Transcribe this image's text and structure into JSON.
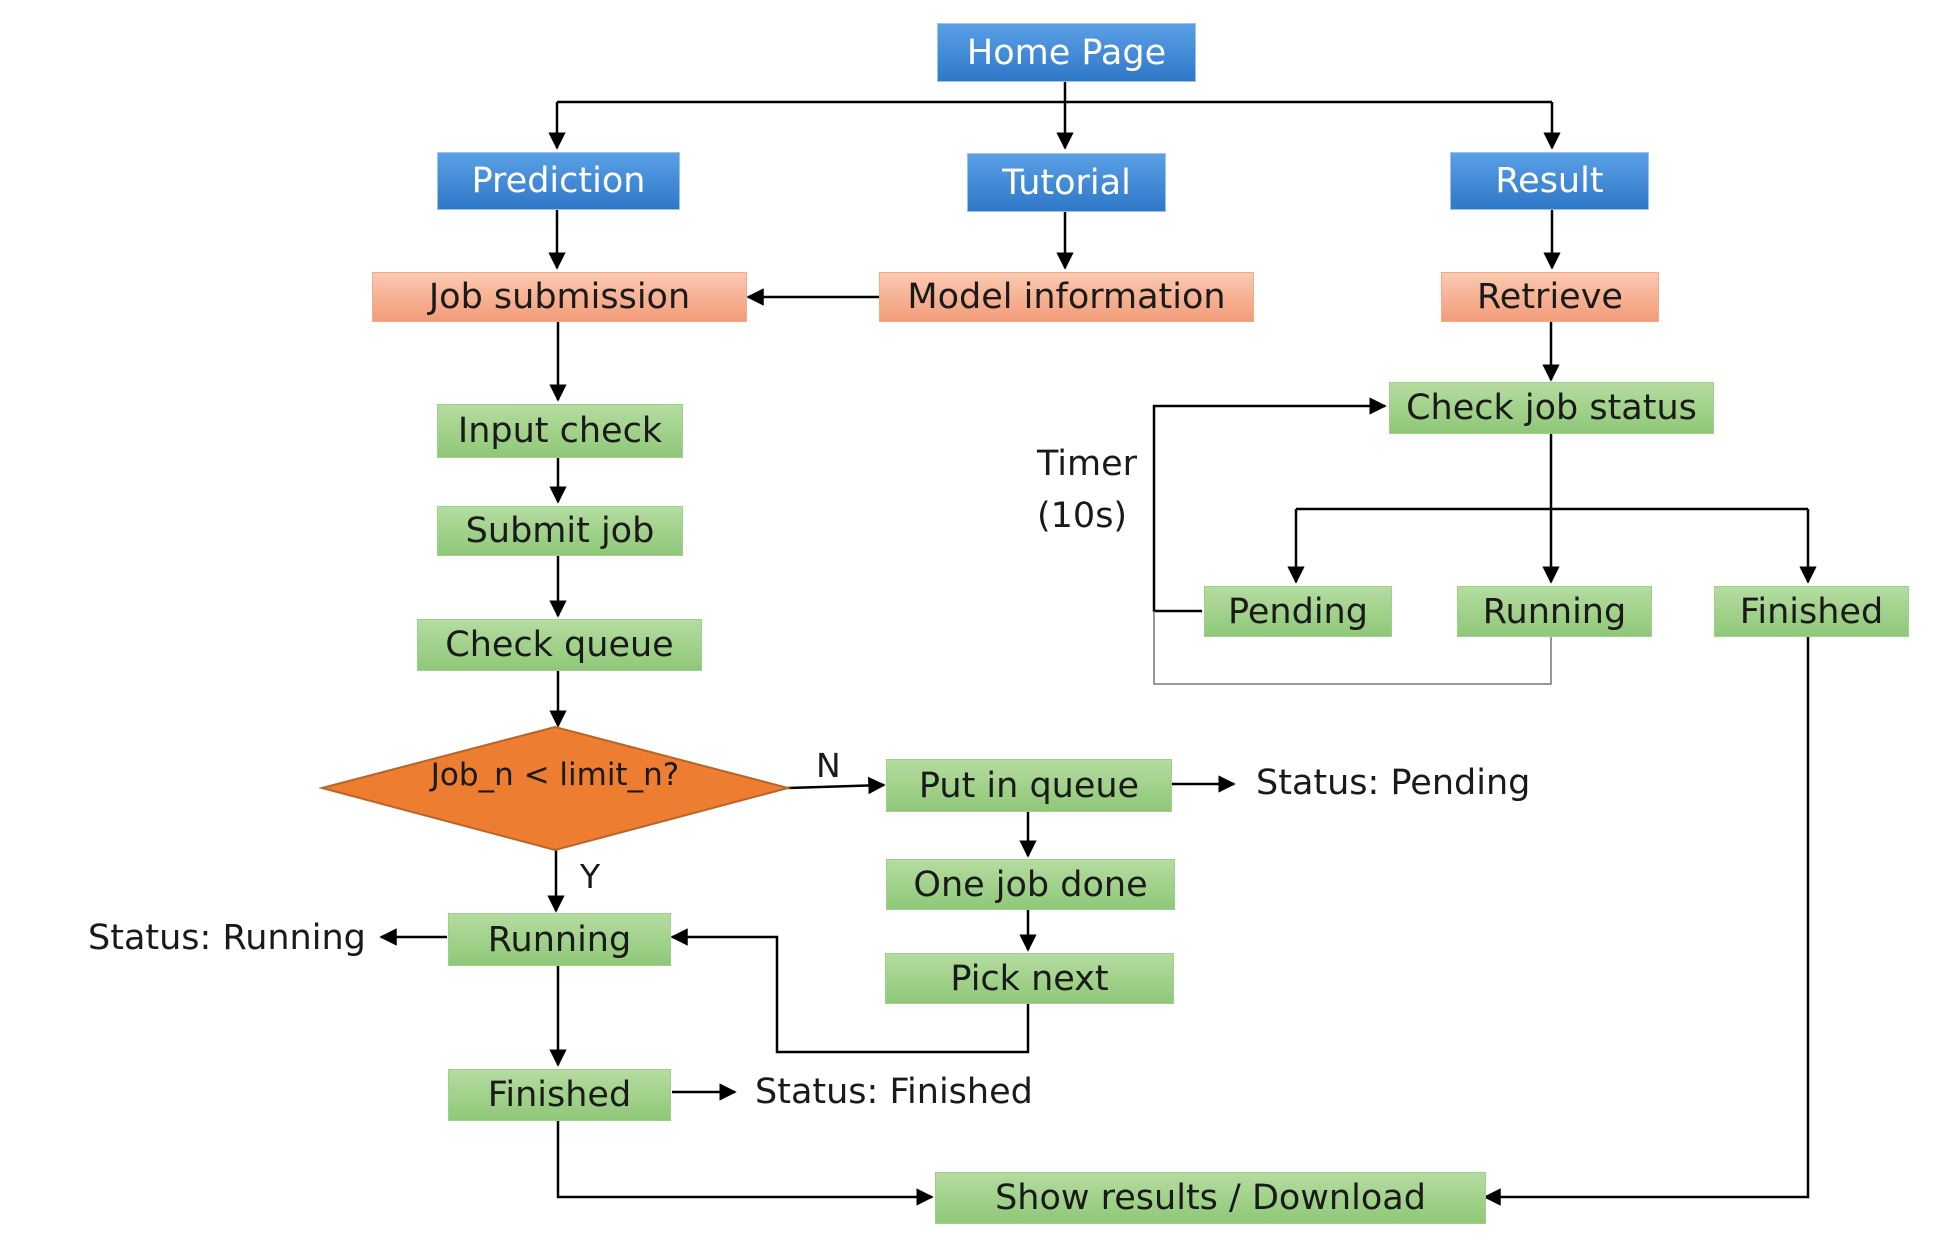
{
  "nodes": {
    "home_page": "Home Page",
    "prediction": "Prediction",
    "tutorial": "Tutorial",
    "result": "Result",
    "job_submission": "Job submission",
    "model_information": "Model information",
    "retrieve": "Retrieve",
    "input_check": "Input check",
    "submit_job": "Submit job",
    "check_queue": "Check queue",
    "decision": "Job_n < limit_n?",
    "put_in_queue": "Put in queue",
    "one_job_done": "One job done",
    "pick_next": "Pick next",
    "running_left": "Running",
    "finished_left": "Finished",
    "show_results": "Show results / Download",
    "check_job_status": "Check job status",
    "pending": "Pending",
    "running_right": "Running",
    "finished_right": "Finished"
  },
  "labels": {
    "no": "N",
    "yes": "Y",
    "timer_line1": "Timer",
    "timer_line2": "(10s)",
    "status_pending": "Status: Pending",
    "status_running": "Status: Running",
    "status_finished": "Status: Finished"
  },
  "colors": {
    "nav_blue": "#3b86d6",
    "process_salmon": "#f6ad8c",
    "step_green": "#a3d38c",
    "decision_orange": "#ed7d31"
  }
}
